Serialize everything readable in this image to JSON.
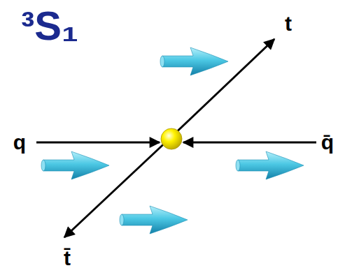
{
  "diagram": {
    "title": "³S₁",
    "labels": [
      "q",
      "q̄",
      "t",
      "t̄"
    ]
  }
}
